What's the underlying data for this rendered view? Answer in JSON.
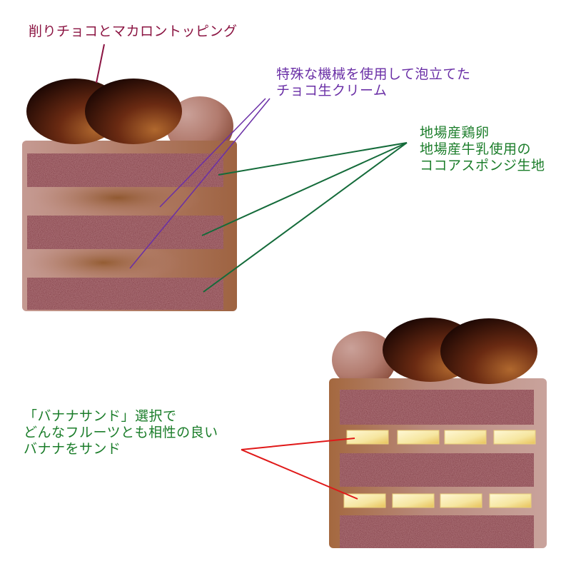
{
  "colors": {
    "topping_label": "#8b1442",
    "cream_label": "#6a2fa6",
    "sponge_label": "#1b7d2a",
    "banana_label": "#1b7d2a",
    "topping_line": "#8b1442",
    "cream_line": "#6a2fa6",
    "sponge_line": "#146b3a",
    "banana_line": "#e01818",
    "sponge_layer": "#7a2f38",
    "cream_layer": "#a8705a",
    "banana_slice": "#f3e49a",
    "chocolate": "#3a1208"
  },
  "labels": {
    "topping": {
      "lines": [
        "削りチョコとマカロントッピング"
      ]
    },
    "cream": {
      "lines": [
        "特殊な機械を使用して泡立てた",
        "チョコ生クリーム"
      ]
    },
    "sponge": {
      "lines": [
        "地場産鶏卵",
        "地場産牛乳使用の",
        "ココアスポンジ生地"
      ]
    },
    "banana": {
      "lines": [
        "「バナナサンド」選択で",
        "どんなフルーツとも相性の良い",
        "バナナをサンド"
      ]
    }
  }
}
